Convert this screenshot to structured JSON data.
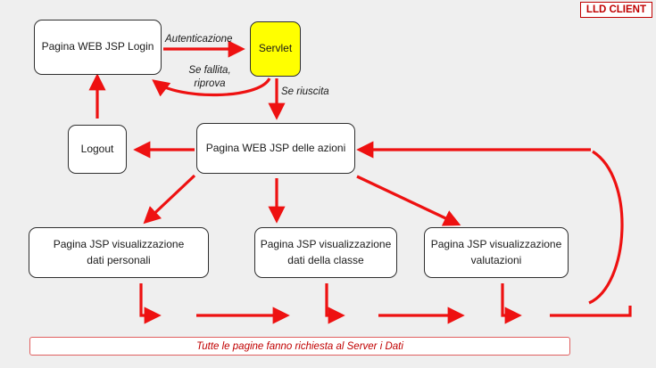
{
  "badge": "LLD CLIENT",
  "nodes": {
    "login": "Pagina WEB JSP Login",
    "servlet": "Servlet",
    "logout": "Logout",
    "azioni": "Pagina WEB JSP delle azioni",
    "personali": [
      "Pagina JSP visualizzazione",
      "dati personali"
    ],
    "classe": [
      "Pagina JSP visualizzazione",
      "dati della classe"
    ],
    "valutazioni": [
      "Pagina JSP visualizzazione",
      "valutazioni"
    ]
  },
  "edge_labels": {
    "autenticazione": "Autenticazione",
    "fallita": [
      "Se fallita,",
      "riprova"
    ],
    "riuscita": "Se riuscita"
  },
  "footer": "Tutte le pagine fanno richiesta al Server i Dati",
  "colors": {
    "arrow": "#ee1111",
    "servlet_fill": "#ffff00",
    "badge": "#c00000"
  }
}
